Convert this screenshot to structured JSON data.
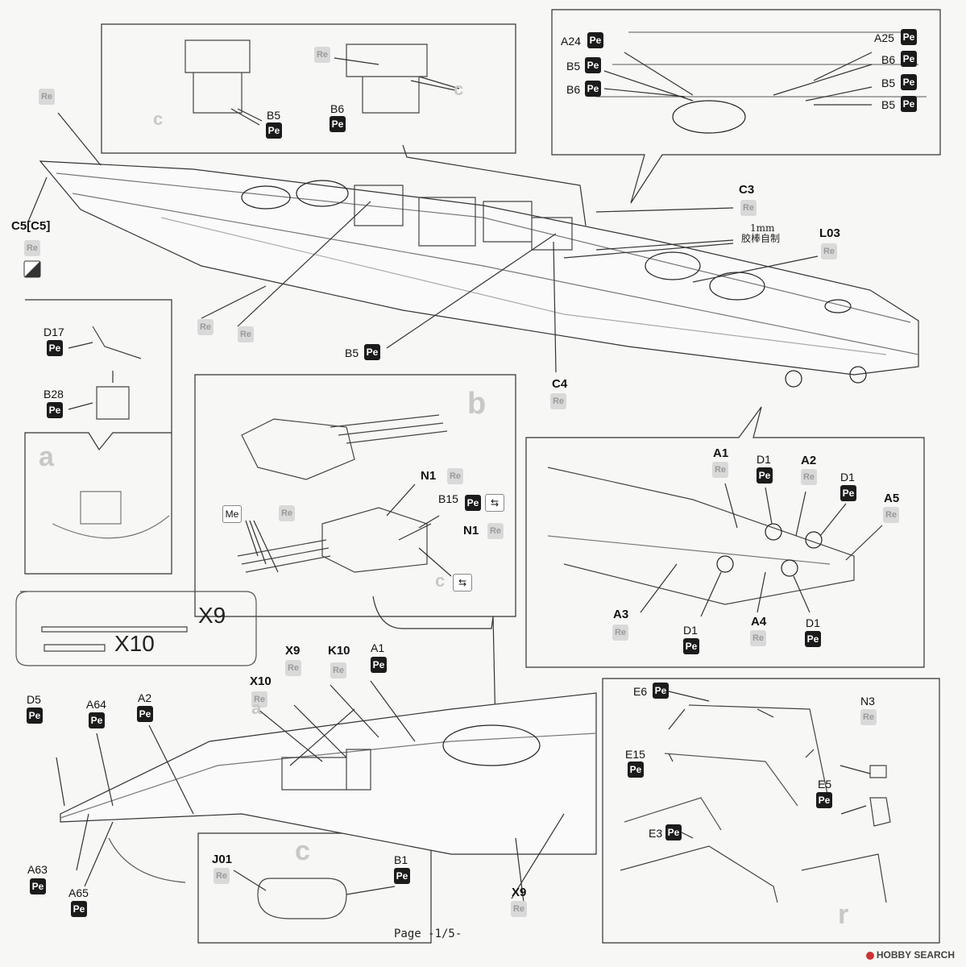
{
  "page_label": "Page -1/5-",
  "watermark": "HOBBY SEARCH",
  "swap_icon": "swap-arrows-icon",
  "corner_icon": "diagonal-split-swatch-icon",
  "tags": {
    "pe": "Pe",
    "re": "Re",
    "me": "Me"
  },
  "main_ship": {
    "C5": "C5[C5]",
    "C3": "C3",
    "mm": "1mm",
    "rod": "胶棒自制",
    "L03": "L03",
    "B5": "B5",
    "C4": "C4"
  },
  "inset_top_left": {
    "B5": "B5",
    "B6": "B6"
  },
  "inset_top_right": {
    "A24": "A24",
    "A25": "A25",
    "B5": "B5",
    "B6": "B6"
  },
  "inset_a": {
    "D17": "D17",
    "B28": "B28",
    "letter": "a"
  },
  "inset_turret": {
    "N1": "N1",
    "B15": "B15",
    "me": "Me",
    "letter": "b"
  },
  "inset_stern": {
    "A1": "A1",
    "A2": "A2",
    "A3": "A3",
    "A4": "A4",
    "A5": "A5",
    "D1": "D1"
  },
  "x_parts": {
    "X9": "X9",
    "X10": "X10"
  },
  "bow": {
    "X9": "X9",
    "X10": "X10",
    "K10": "K10",
    "A1": "A1",
    "A2": "A2",
    "A64": "A64",
    "A63": "A63",
    "A65": "A65",
    "D5": "D5",
    "letter": "a"
  },
  "inset_c": {
    "J01": "J01",
    "B1": "B1",
    "letter": "c"
  },
  "inset_crane": {
    "E6": "E6",
    "E15": "E15",
    "N3": "N3",
    "E5": "E5",
    "E3": "E3",
    "letter": "r"
  }
}
